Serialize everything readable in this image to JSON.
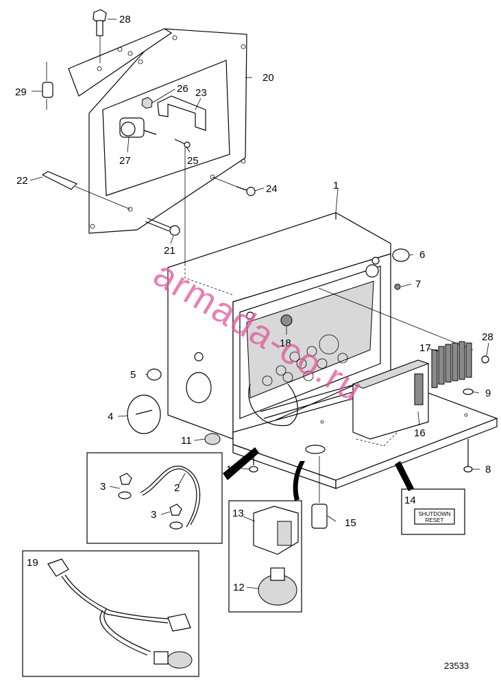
{
  "callouts": {
    "c1": "1",
    "c2": "2",
    "c3a": "3",
    "c3b": "3",
    "c4": "4",
    "c5": "5",
    "c6": "6",
    "c7": "7",
    "c8": "8",
    "c9": "9",
    "c10": "10",
    "c11": "11",
    "c12": "12",
    "c13": "13",
    "c14": "14",
    "c15": "15",
    "c16": "16",
    "c17": "17",
    "c18": "18",
    "c19": "19",
    "c20": "20",
    "c21": "21",
    "c22": "22",
    "c23": "23",
    "c24": "24",
    "c25": "25",
    "c26": "26",
    "c27": "27",
    "c28a": "28",
    "c28b": "28",
    "c29": "29"
  },
  "sign": {
    "line1": "SHUTDOWN",
    "line2": "RESET"
  },
  "watermark": "armada-co.ru",
  "figure_number": "23533"
}
